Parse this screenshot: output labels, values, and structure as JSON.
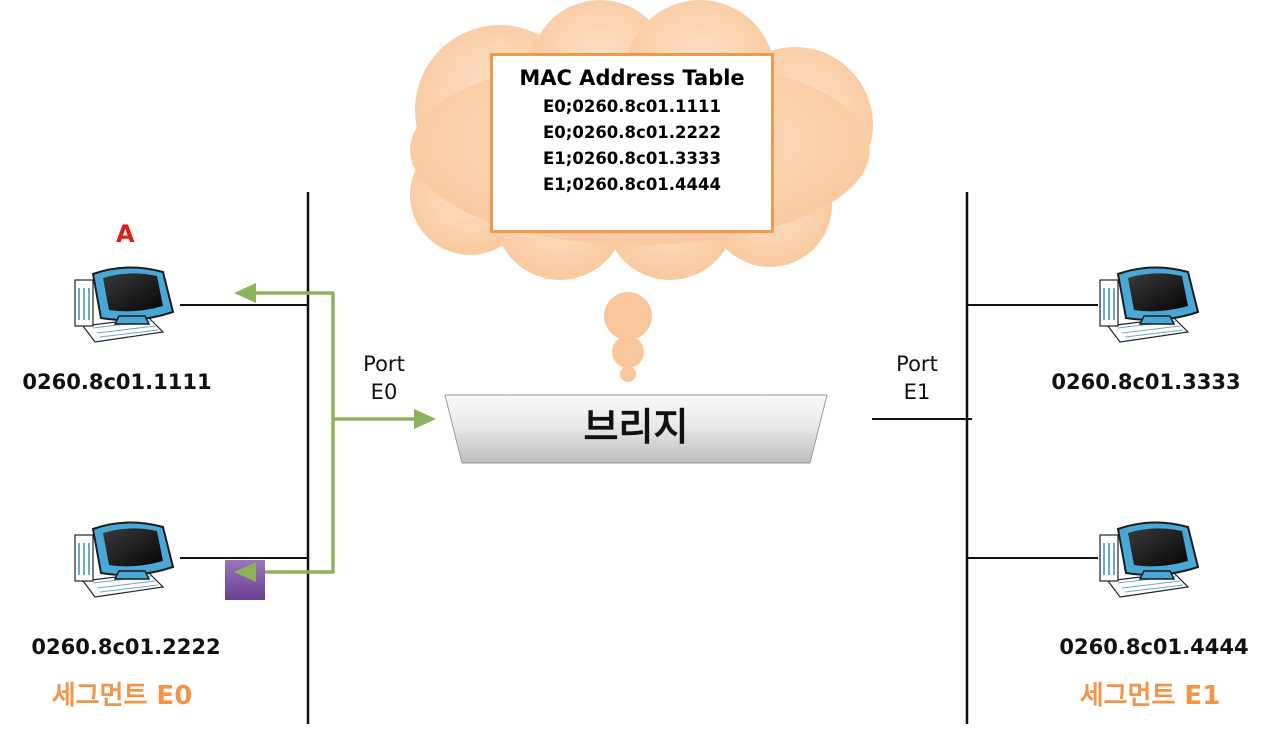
{
  "mac_table": {
    "title": "MAC Address Table",
    "entries": [
      "E0;0260.8c01.1111",
      "E0;0260.8c01.2222",
      "E1;0260.8c01.3333",
      "E1;0260.8c01.4444"
    ]
  },
  "bridge": {
    "label": "브리지"
  },
  "ports": {
    "e0": {
      "line1": "Port",
      "line2": "E0"
    },
    "e1": {
      "line1": "Port",
      "line2": "E1"
    }
  },
  "hosts": {
    "a": {
      "marker": "A",
      "address": "0260.8c01.1111"
    },
    "b": {
      "address": "0260.8c01.2222"
    },
    "c": {
      "address": "0260.8c01.3333"
    },
    "d": {
      "address": "0260.8c01.4444"
    }
  },
  "segments": {
    "e0": "세그먼트 E0",
    "e1": "세그먼트 E1"
  },
  "colors": {
    "frame_arrow": "#8db35a",
    "cloud_fill": "#fcd2ad",
    "table_border": "#ec9a4e",
    "segment_label": "#f0954a",
    "marker": "#e21b1b",
    "frame_block": "#7d53a1",
    "monitor_body": "#4aa8d6"
  }
}
